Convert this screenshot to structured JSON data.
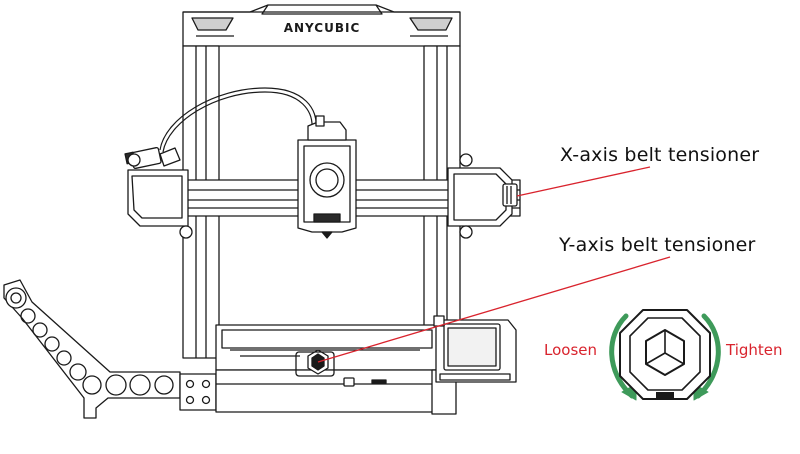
{
  "brand": "ANYCUBIC",
  "callouts": {
    "x_axis": "X-axis belt tensioner",
    "y_axis": "Y-axis belt tensioner"
  },
  "adjustment": {
    "loosen": "Loosen",
    "tighten": "Tighten"
  },
  "colors": {
    "line": "#1a1a1a",
    "leader": "#d9232d",
    "loosen": "#d9232d",
    "tighten": "#d9232d",
    "arrow": "#3e9a5a"
  }
}
